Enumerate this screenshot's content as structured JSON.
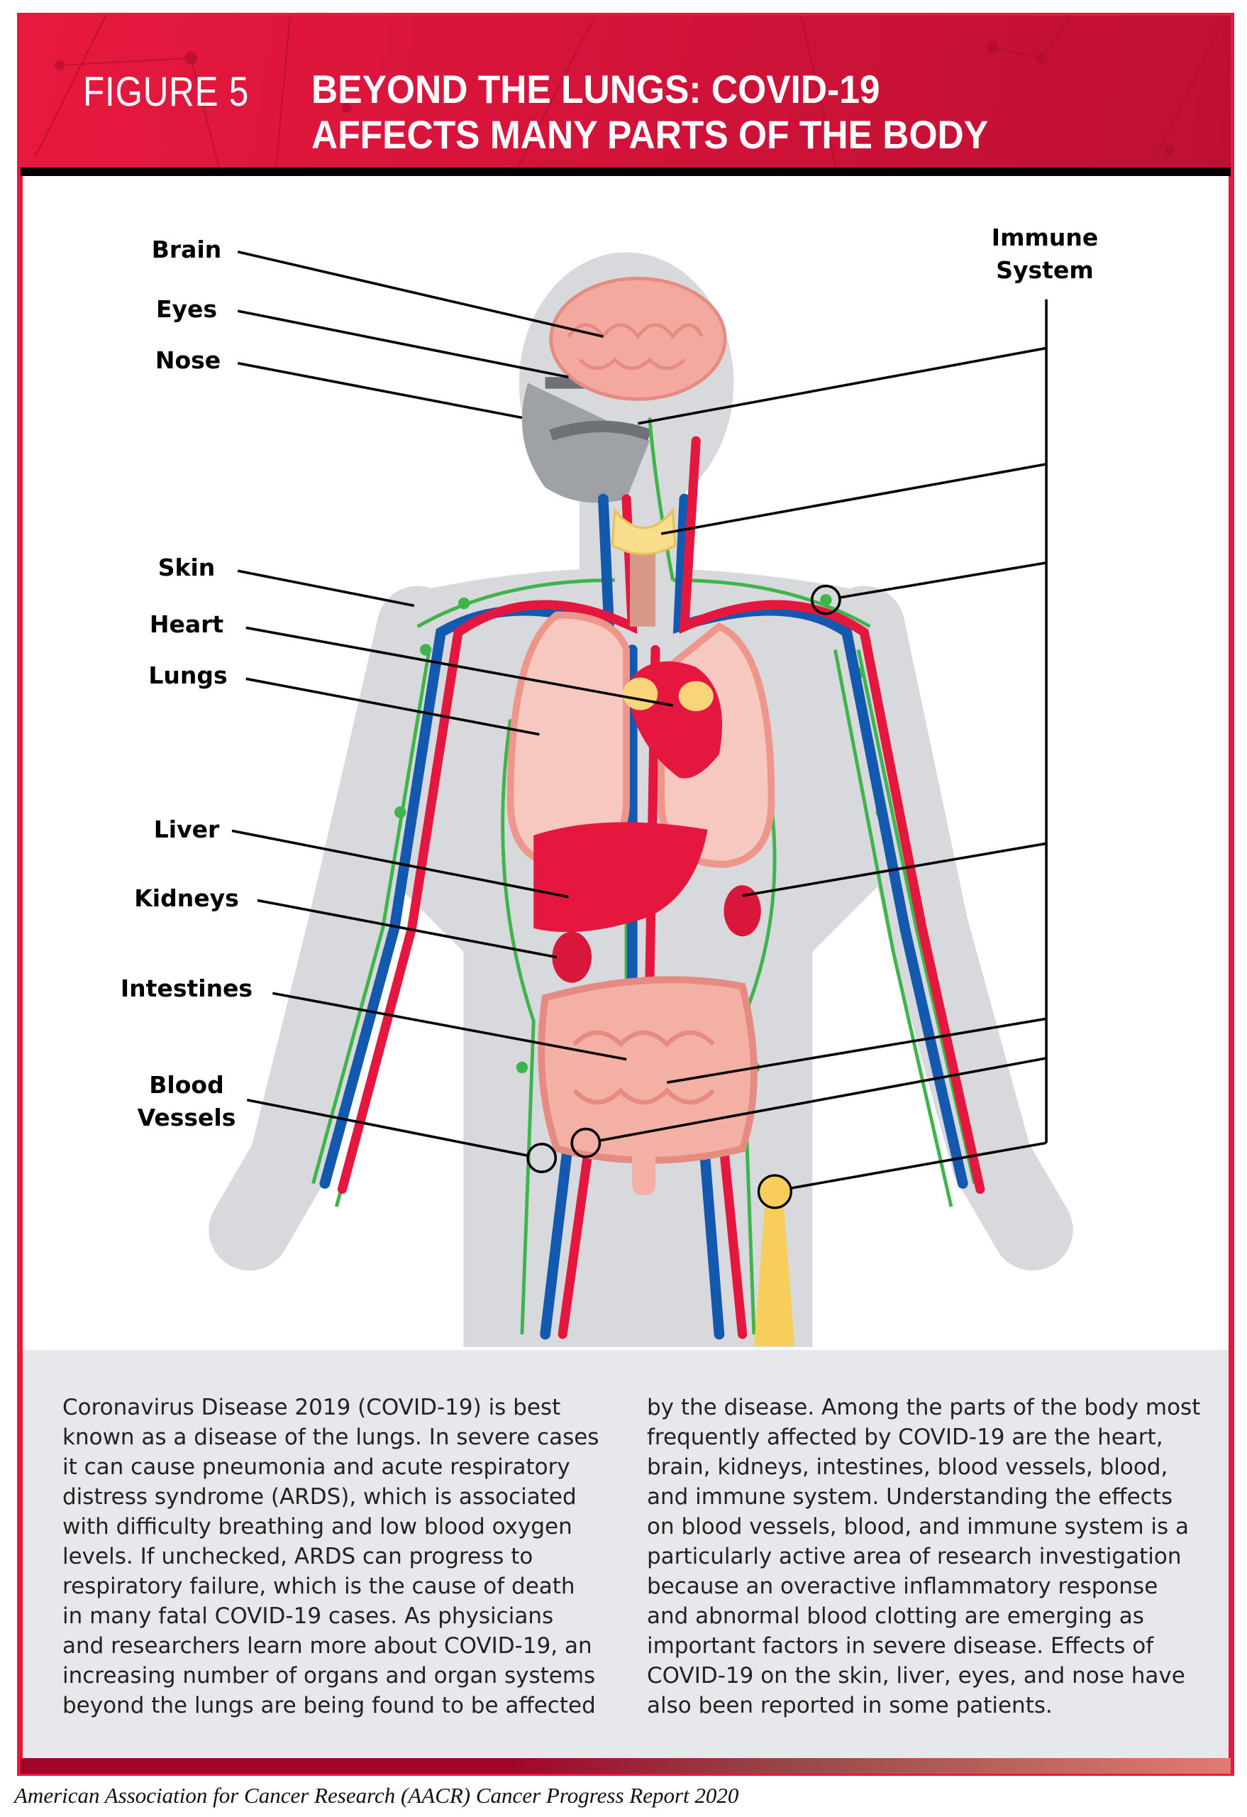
{
  "header": {
    "figure_number": "FIGURE 5",
    "title_line1": "BEYOND THE LUNGS: COVID-19",
    "title_line2": "AFFECTS MANY PARTS OF THE BODY"
  },
  "labels": {
    "brain": "Brain",
    "eyes": "Eyes",
    "nose": "Nose",
    "skin": "Skin",
    "heart": "Heart",
    "lungs": "Lungs",
    "liver": "Liver",
    "kidneys": "Kidneys",
    "intestines": "Intestines",
    "blood_vessels_1": "Blood",
    "blood_vessels_2": "Vessels",
    "immune_1": "Immune",
    "immune_2": "System"
  },
  "body_text": {
    "left": [
      "Coronavirus Disease 2019 (COVID-19) is best",
      "known as a disease of the lungs. In severe cases",
      "it can cause pneumonia and acute respiratory",
      "distress syndrome (ARDS), which is associated",
      "with difficulty breathing and low blood oxygen",
      "levels. If unchecked, ARDS can progress to",
      "respiratory failure, which is the cause of death",
      "in many fatal COVID-19 cases. As physicians",
      "and researchers learn more about COVID-19, an",
      "increasing number of organs and organ systems",
      "beyond the lungs are being found to be affected"
    ],
    "right": [
      "by the disease. Among the parts of the body most",
      "frequently affected by COVID-19 are the heart,",
      "brain, kidneys, intestines, blood vessels, blood,",
      "and immune system. Understanding the effects",
      "on blood vessels, blood, and immune system is a",
      "particularly active area of research investigation",
      "because an overactive inflammatory response",
      "and abnormal blood clotting are emerging as",
      "important factors in severe disease. Effects of",
      "COVID-19 on the skin, liver, eyes, and nose have",
      "also been reported in some patients."
    ]
  },
  "footer": "American Association for Cancer Research (AACR) Cancer Progress Report 2020",
  "colors": {
    "brand_red": "#e8193f",
    "artery": "#e5173f",
    "vein": "#1459b0",
    "lymph": "#3db54a",
    "organ_pink": "#f4a79b",
    "bone": "#f7cd5c"
  }
}
